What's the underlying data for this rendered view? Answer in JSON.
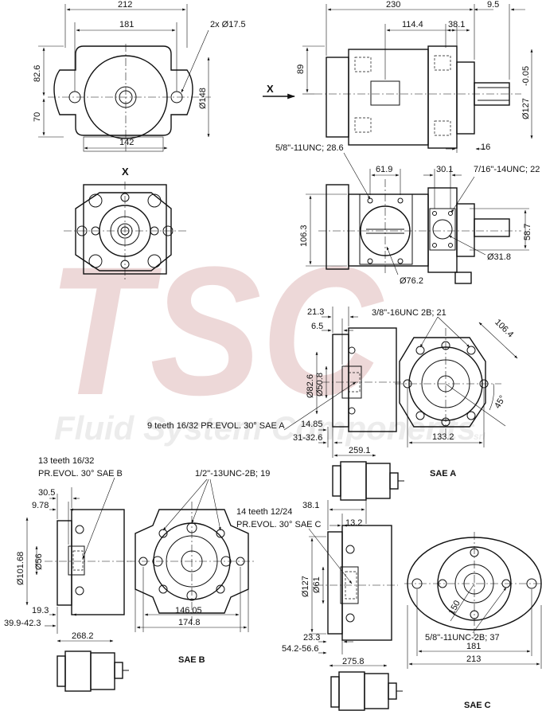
{
  "watermark": {
    "letters": "TSC",
    "text": "Fluid System Components",
    "suffix": "srl",
    "color": "#d9a9a9"
  },
  "labels": {
    "view_x": "X",
    "arrow_x": "X",
    "sae_a": "SAE A",
    "sae_b": "SAE B",
    "sae_c": "SAE C",
    "spline_a": "9 teeth 16/32 PR.EVOL. 30° SAE A",
    "spline_b_1": "13 teeth 16/32",
    "spline_b_2": "PR.EVOL. 30° SAE B",
    "spline_c_1": "14 teeth 12/24",
    "spline_c_2": "PR.EVOL. 30° SAE C"
  },
  "dims": {
    "front": {
      "w212": "212",
      "w181": "181",
      "holes": "2x Ø17.5",
      "h82_6": "82.6",
      "h70": "70",
      "d148": "Ø148",
      "w142": "142"
    },
    "side": {
      "l230": "230",
      "l9_5": "9.5",
      "l114_4": "114.4",
      "l38_1": "38.1",
      "h89": "89",
      "d127": "Ø127",
      "tol": "-0.05",
      "l16": "16"
    },
    "top": {
      "port1": "5/8\"-11UNC; 28.6",
      "l61_9": "61.9",
      "l30_1": "30.1",
      "port2": "7/16\"-14UNC; 22",
      "h106_3": "106.3",
      "h58_7": "58.7",
      "d31_8": "Ø31.8",
      "d76_2": "Ø76.2"
    },
    "sae_a": {
      "l21_3": "21.3",
      "l6_5": "6.5",
      "thread": "3/8\"-16UNC 2B; 21",
      "l106_4": "106.4",
      "d82_6": "Ø82.6",
      "d50_8": "Ø50.8",
      "ang45": "45°",
      "l14_85": "14.85",
      "l31": "31-32.6",
      "l133_2": "133.2",
      "l259_1": "259.1"
    },
    "sae_b": {
      "l30_5": "30.5",
      "l9_78": "9.78",
      "thread": "1/2\"-13UNC-2B; 19",
      "d101_68": "Ø101.68",
      "d56": "Ø56",
      "l19_3": "19.3",
      "l39_9": "39.9-42.3",
      "l146_05": "146.05",
      "l174_8": "174.8",
      "l268_2": "268.2"
    },
    "sae_c": {
      "l38_1": "38.1",
      "l13_2": "13.2",
      "d127": "Ø127",
      "d61": "Ø61",
      "ang150": "150",
      "l23_3": "23.3",
      "l54_2": "54.2-56.6",
      "l275_8": "275.8",
      "thread": "5/8\"-11UNC-2B; 37",
      "l181": "181",
      "l213": "213"
    }
  }
}
